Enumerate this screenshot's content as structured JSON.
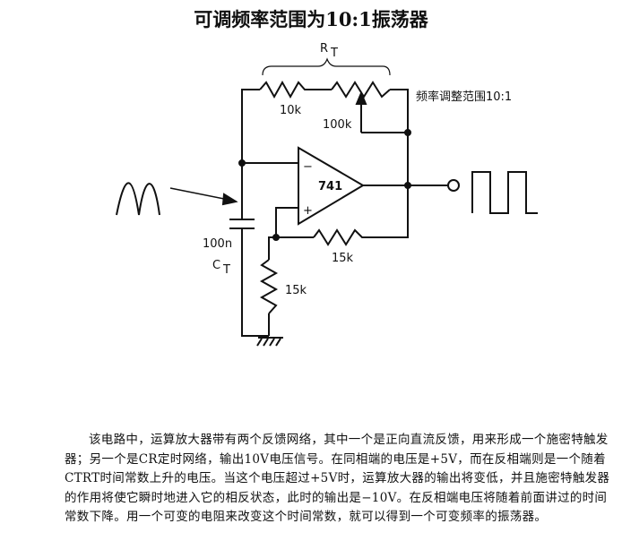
{
  "title": "可调频率范围为10:1振荡器",
  "labels": {
    "rt": "R",
    "rt_sub": "T",
    "r1": "10k",
    "pot": "100k",
    "range": "频率调整范围10:1",
    "opamp": "741",
    "minus": "−",
    "plus": "+",
    "cap": "100n",
    "ct": "C",
    "ct_sub": "T",
    "r_fb": "15k",
    "r_gnd": "15k"
  },
  "description": "该电路中，运算放大器带有两个反馈网络，其中一个是正向直流反馈，用来形成一个施密特触发器；另一个是CR定时网络，输出10V电压信号。在同相端的电压是+5V，而在反相端则是一个随着CTRT时间常数上升的电压。当这个电压超过+5V时，运算放大器的输出将变低，并且施密特触发器的作用将使它瞬时地进入它的相反状态，此时的输出是−10V。在反相端电压将随着前面讲过的时间常数下降。用一个可变的电阻来改变这个时间常数，就可以得到一个可变频率的振荡器。"
}
